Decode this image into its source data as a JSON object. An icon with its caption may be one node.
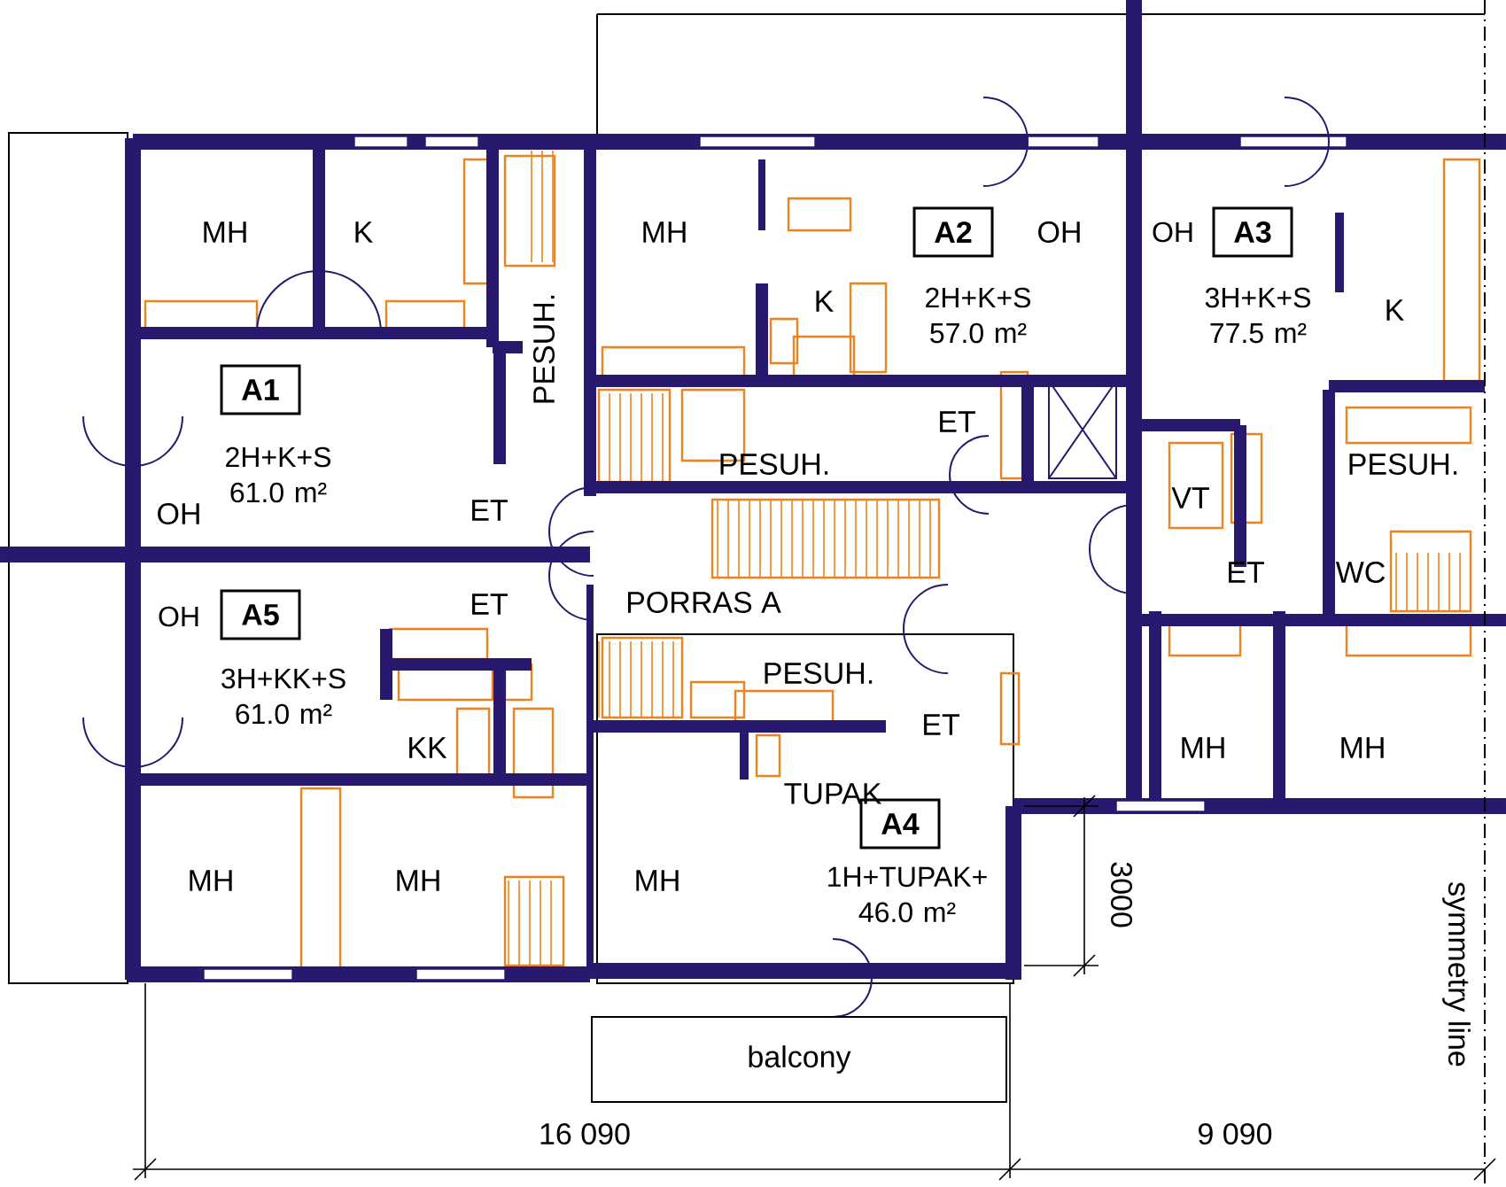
{
  "diagram": {
    "nodes": [
      {
        "text": [
          "A1"
        ],
        "beside": [
          "2H+K+S 61.0 m²"
        ]
      },
      {
        "text": [
          "A2"
        ],
        "beside": [
          "2H+K+S 57.0 m²"
        ]
      },
      {
        "text": [
          "A3"
        ],
        "beside": [
          "OH",
          "3H+K+S 77.5 m²"
        ]
      },
      {
        "text": [
          "A5"
        ],
        "beside": [
          "OH",
          "3H+KK+S 61.0 m²"
        ]
      },
      {
        "text": [
          "A4"
        ],
        "beside": [
          "1H+TUPAK+ 46.0 m²"
        ]
      },
      {
        "text": [
          "balcony"
        ]
      }
    ],
    "labels": [
      "MH",
      "K",
      "MH",
      "OH",
      "K",
      "K",
      "PESUH.",
      "ET",
      "PESUH.",
      "PESUH.",
      "OH",
      "ET",
      "VT",
      "ET",
      "WC",
      "ET",
      "PORRAS A",
      "PESUH.",
      "ET",
      "KK",
      "MH",
      "MH",
      "TUPAK",
      "MH",
      "MH",
      "MH",
      "3000",
      "symmetry line",
      "16 090",
      "9 090"
    ]
  }
}
